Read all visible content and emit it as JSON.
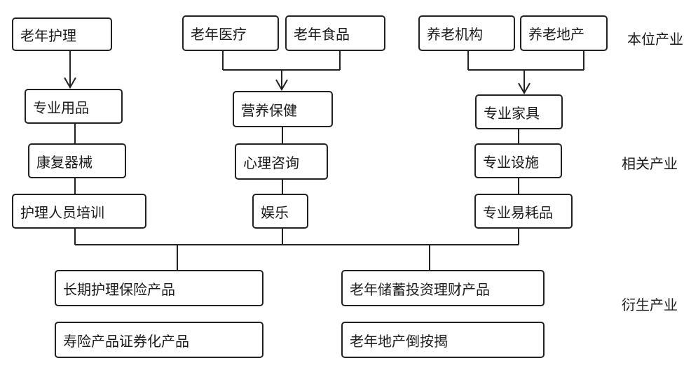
{
  "tiers": {
    "core": "本位产业",
    "related": "相关产业",
    "derived": "衍生产业"
  },
  "core": {
    "elderly_care": "老年护理",
    "elderly_medical": "老年医疗",
    "elderly_food": "老年食品",
    "care_institution": "养老机构",
    "care_real_estate": "养老地产"
  },
  "related": {
    "professional_supplies": "专业用品",
    "nutrition_health": "营养保健",
    "professional_furniture": "专业家具",
    "rehab_equipment": "康复器械",
    "psych_counseling": "心理咨询",
    "professional_facilities": "专业设施",
    "caregiver_training": "护理人员培训",
    "entertainment": "娱乐",
    "professional_consumables": "专业易耗品"
  },
  "derived": {
    "ltc_insurance": "长期护理保险产品",
    "elderly_savings_finance": "老年储蓄投资理财产品",
    "life_insurance_securitization": "寿险产品证券化产品",
    "reverse_mortgage": "老年地产倒按揭"
  }
}
